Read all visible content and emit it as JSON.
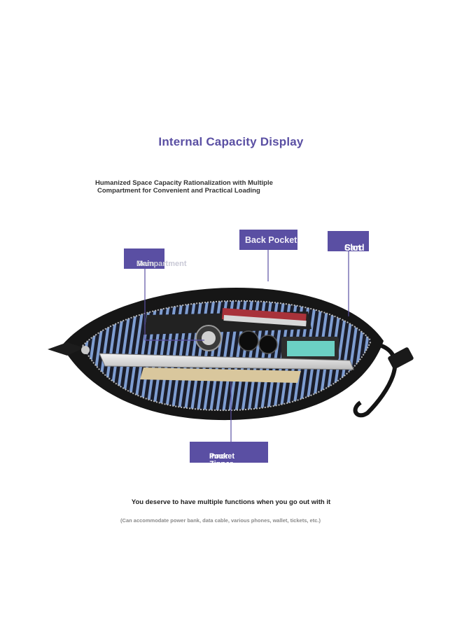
{
  "heading": "Internal Capacity Display",
  "subtitle": {
    "line1": "Humanized Space Capacity Rationalization with Multiple",
    "line2": "Compartment for Convenient and Practical Loading"
  },
  "labels": {
    "main_compartment_a": "Main",
    "main_compartment_b": "Compartment",
    "back_pocket": "Back Pocket",
    "card_slot_1": "Card",
    "card_slot_2": "Slot",
    "inner_zipper_1": "Inner Zipper",
    "inner_zipper_2": "Pocket"
  },
  "caption": "You deserve to have multiple functions when you go out with it",
  "note": "(Can accommodate power bank, data cable, various phones, wallet, tickets, etc.)",
  "colors": {
    "accent": "#5a4fa3",
    "bag_leather": "#161616",
    "lining_stripe": "#7e9dd1"
  }
}
